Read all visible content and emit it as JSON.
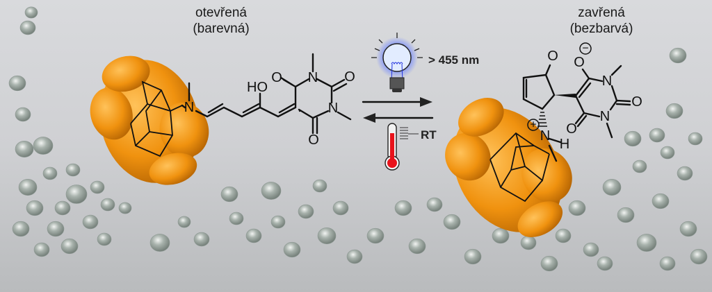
{
  "left_state": {
    "title": "otevřená",
    "subtitle": "(barevná)"
  },
  "right_state": {
    "title": "zavřená",
    "subtitle": "(bezbarvá)"
  },
  "forward_condition": {
    "icon": "light-bulb-icon",
    "label": "> 455 nm"
  },
  "reverse_condition": {
    "icon": "thermometer-icon",
    "label": "RT"
  },
  "left_atoms": {
    "n_amine": "N",
    "hydroxyl": "HO",
    "o_top": "O",
    "n_top": "N",
    "o_right": "O",
    "n_right": "N",
    "o_bottom": "O"
  },
  "right_atoms": {
    "o_ketone": "O",
    "o_minus": "O",
    "n_top": "N",
    "o_right": "O",
    "n_bottom": "N",
    "o_left": "O",
    "n_plus": "N",
    "h": "H",
    "minus": "−",
    "plus": "+"
  },
  "colors": {
    "host": "#f0920f",
    "light_glow": "#6f86ff",
    "thermo": "#e8131b"
  }
}
